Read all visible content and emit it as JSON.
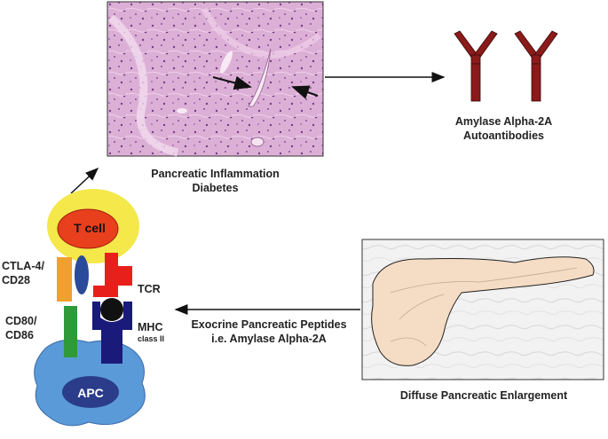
{
  "histology": {
    "caption_line1": "Pancreatic Inflammation",
    "caption_line2": "Diabetes"
  },
  "antibodies": {
    "label_line1": "Amylase Alpha-2A",
    "label_line2": "Autoantibodies"
  },
  "pancreas": {
    "caption": "Diffuse Pancreatic Enlargement"
  },
  "peptides": {
    "label_line1": "Exocrine Pancreatic Peptides",
    "label_line2": "i.e. Amylase Alpha-2A"
  },
  "synapse": {
    "t_cell_label": "T cell",
    "apc_label": "APC",
    "ctla4_label_line1": "CTLA-4/",
    "ctla4_label_line2": "CD28",
    "cd80_label_line1": "CD80/",
    "cd80_label_line2": "CD86",
    "tcr_label": "TCR",
    "mhc_label": "MHC",
    "mhc_sublabel": "class II"
  },
  "colors": {
    "tissue": "#d8a8d0",
    "antibody": "#8b1a1a",
    "t_cell_halo": "#f4e84a",
    "t_cell_core": "#e8401c",
    "apc": "#5a9ad8",
    "apc_core": "#2a3c8a",
    "ctla4": "#f0a030",
    "cd80": "#2e9a3a",
    "tcr": "#e8201c",
    "mhc": "#1a1a7a",
    "pancreas_fill": "#f5dcc4"
  }
}
